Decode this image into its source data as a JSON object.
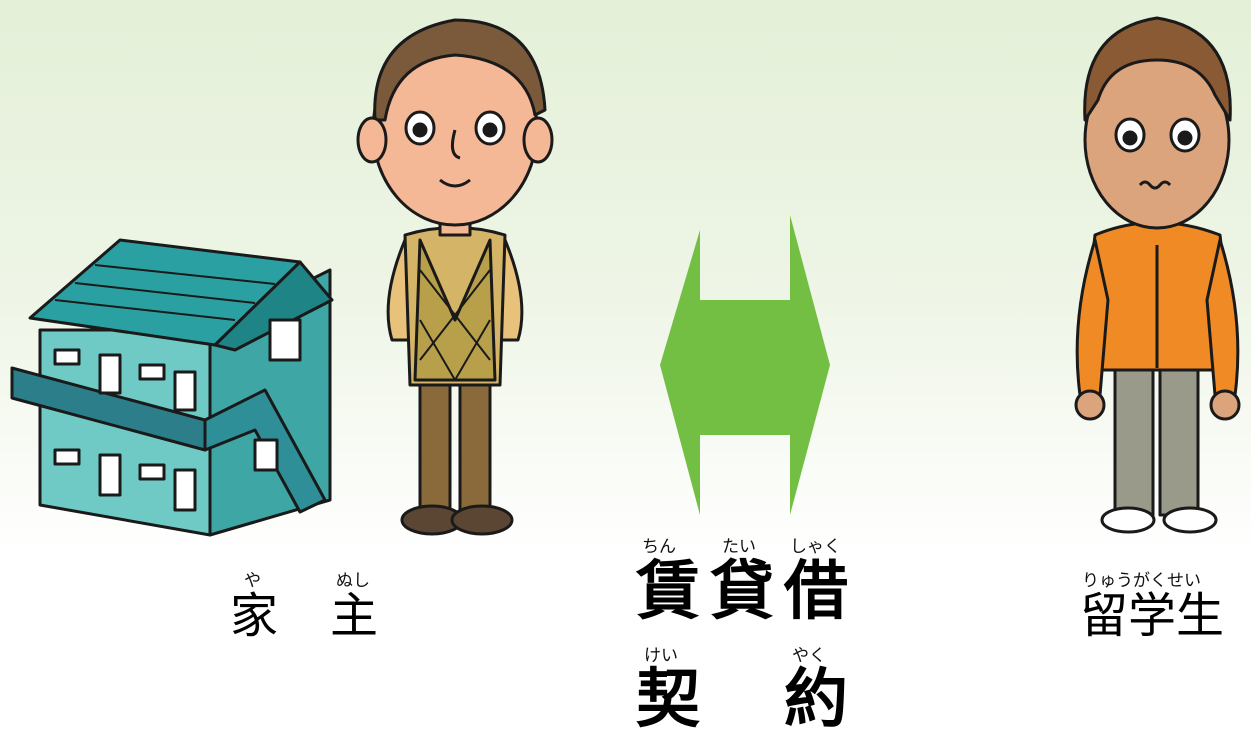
{
  "landlord": {
    "ruby_ya": "や",
    "ruby_nushi": "ぬし",
    "kanji_ie": "家",
    "kanji_nushi": "主"
  },
  "contract": {
    "ruby_chin": "ちん",
    "ruby_tai": "たい",
    "ruby_shaku": "しゃく",
    "kanji_chin": "賃",
    "kanji_tai": "貸",
    "kanji_shaku": "借",
    "ruby_kei": "けい",
    "ruby_yaku": "やく",
    "kanji_kei": "契",
    "kanji_yaku": "約"
  },
  "student": {
    "ruby": "りゅうがくせい",
    "kanji": "留学生"
  },
  "colors": {
    "arrow": "#72bf44",
    "house_wall": "#5ec4c0",
    "house_roof": "#2b9c9e",
    "hoodie": "#f08a24",
    "background_top": "#e4f0d8"
  },
  "icons": [
    "house-icon",
    "landlord-figure",
    "double-arrow-icon",
    "student-figure"
  ]
}
